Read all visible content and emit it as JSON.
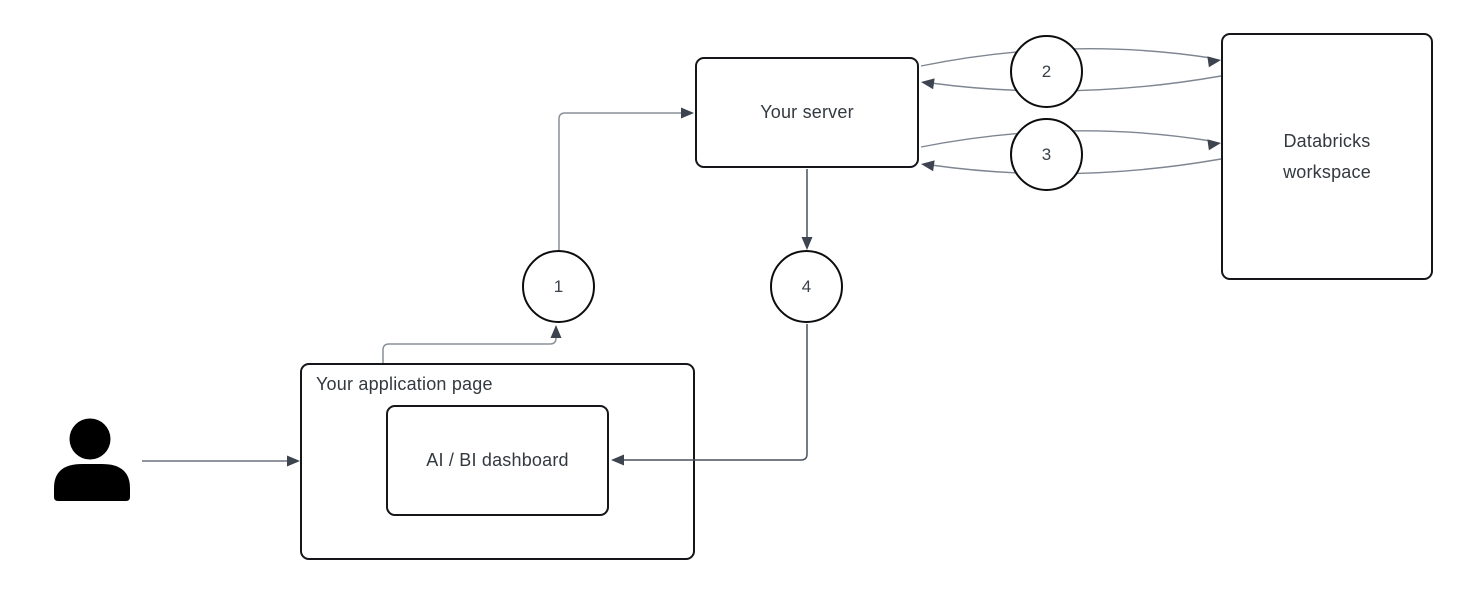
{
  "nodes": {
    "application_page": {
      "label": "Your application page"
    },
    "dashboard": {
      "label": "AI / BI dashboard"
    },
    "server": {
      "label": "Your server"
    },
    "databricks": {
      "label_line1": "Databricks",
      "label_line2": "workspace"
    }
  },
  "steps": {
    "s1": "1",
    "s2": "2",
    "s3": "3",
    "s4": "4"
  },
  "icons": {
    "user": "user-silhouette-icon"
  },
  "colors": {
    "background": "#ffffff",
    "box_border": "#14161a",
    "text": "#33393f",
    "connector_light": "#8a9099",
    "connector_medium": "#6d747e",
    "connector_dark": "#49515e",
    "arrowhead": "#3d4450",
    "user_icon": "#000000"
  }
}
